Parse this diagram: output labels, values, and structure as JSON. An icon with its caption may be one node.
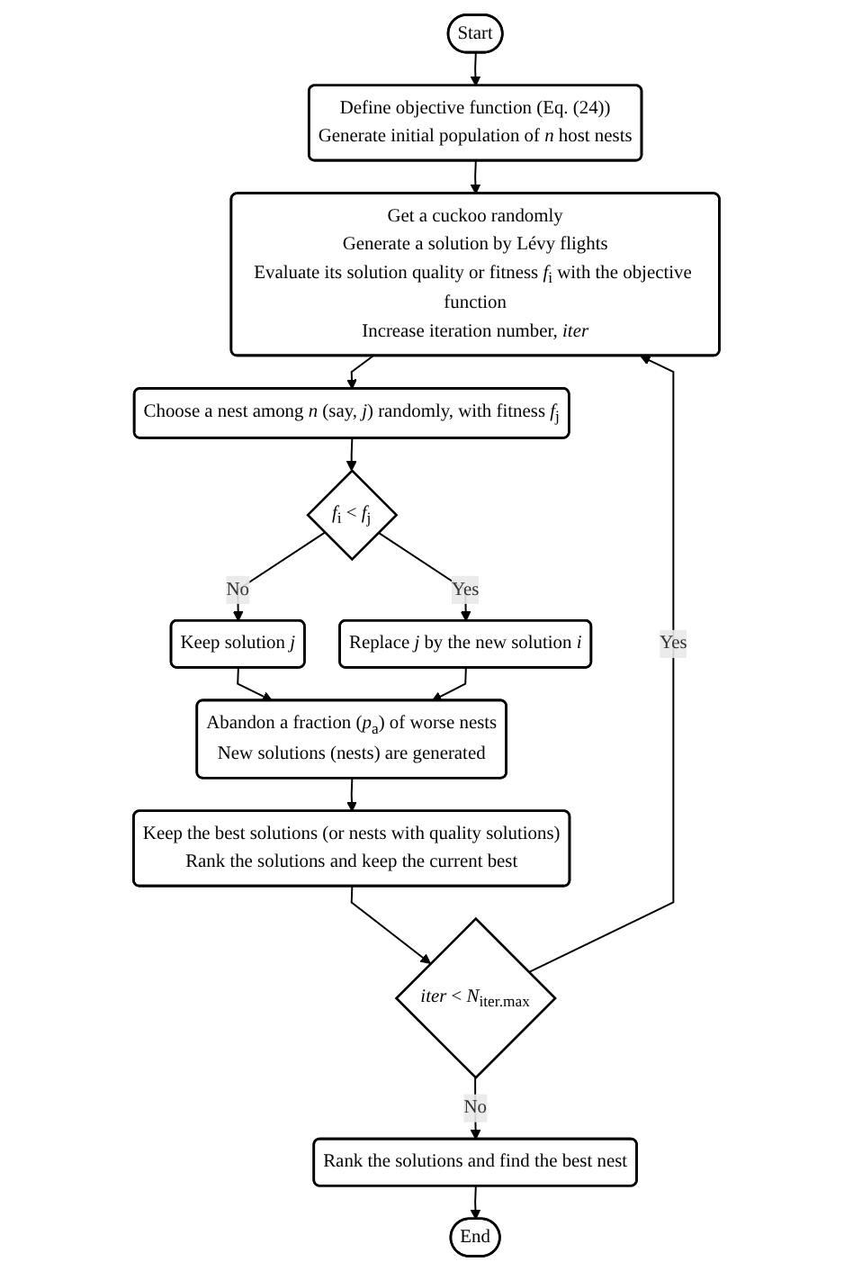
{
  "diagram": {
    "nodes": [
      {
        "text": [
          "Start"
        ]
      },
      {
        "text": [
          "Define objective function (Eq. (24))",
          "Generate initial population of *n* host nests"
        ]
      },
      {
        "text": [
          "Get a cuckoo randomly",
          "Generate a solution by Lévy flights",
          "Evaluate its solution quality or fitness *f*$_{i}$ with the objective function",
          "Increase iteration number, *iter*"
        ]
      },
      {
        "text": [
          "Choose a nest among *n* (say, *j*) randomly, with fitness *f*$_{j}$"
        ]
      },
      {
        "text": [
          "*f*$_{i}$ < *f*$_{j}$"
        ]
      },
      {
        "text": [
          "Keep solution *j*"
        ]
      },
      {
        "text": [
          "Replace *j* by the new solution *i*"
        ]
      },
      {
        "text": [
          "Abandon a fraction (*p*$_{a}$) of worse nests",
          "New solutions (nests) are generated"
        ]
      },
      {
        "text": [
          "Keep the best solutions (or nests with quality solutions)",
          "Rank the solutions and keep the current best"
        ]
      },
      {
        "text": [
          "*iter* < *N*$_{iter.max}$"
        ]
      },
      {
        "text": [
          "Rank the solutions and find the best nest"
        ]
      },
      {
        "text": [
          "End"
        ]
      }
    ],
    "edges": [
      {
        "from": 0,
        "to": 1,
        "arrow": "to"
      },
      {
        "from": 1,
        "to": 2,
        "arrow": "to"
      },
      {
        "from": 2,
        "to": 3,
        "arrow": "to"
      },
      {
        "from": 3,
        "to": 4,
        "arrow": "to"
      },
      {
        "from": 4,
        "to": 6,
        "arrow": "to",
        "label": "Yes"
      },
      {
        "from": 4,
        "to": 5,
        "arrow": "to",
        "label": "No"
      },
      {
        "from": 5,
        "to": 7,
        "arrow": "to"
      },
      {
        "from": 6,
        "to": 7,
        "arrow": "to"
      },
      {
        "from": 7,
        "to": 8,
        "arrow": "to"
      },
      {
        "from": 8,
        "to": 9,
        "arrow": "to"
      },
      {
        "from": 9,
        "to": 2,
        "arrow": "to",
        "label": "Yes"
      },
      {
        "from": 9,
        "to": 10,
        "arrow": "to",
        "label": "No"
      },
      {
        "from": 10,
        "to": 11,
        "arrow": "to"
      }
    ]
  }
}
